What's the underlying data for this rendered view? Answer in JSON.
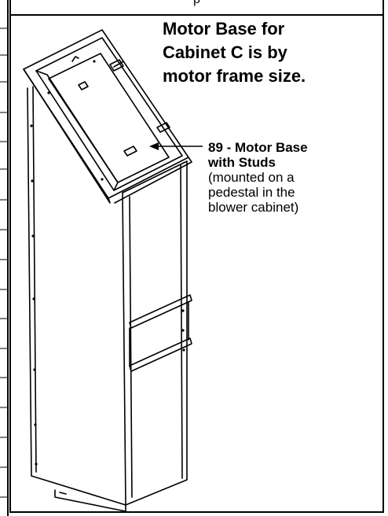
{
  "page": {
    "top_text": "p"
  },
  "heading": {
    "line1": "Motor Base for",
    "line2": "Cabinet C is by",
    "line3": "motor frame size."
  },
  "callout": {
    "title_line1": "89 - Motor Base",
    "title_line2": "with Studs",
    "note_line1": "(mounted on a",
    "note_line2": "pedestal in the",
    "note_line3": "blower cabinet)"
  }
}
